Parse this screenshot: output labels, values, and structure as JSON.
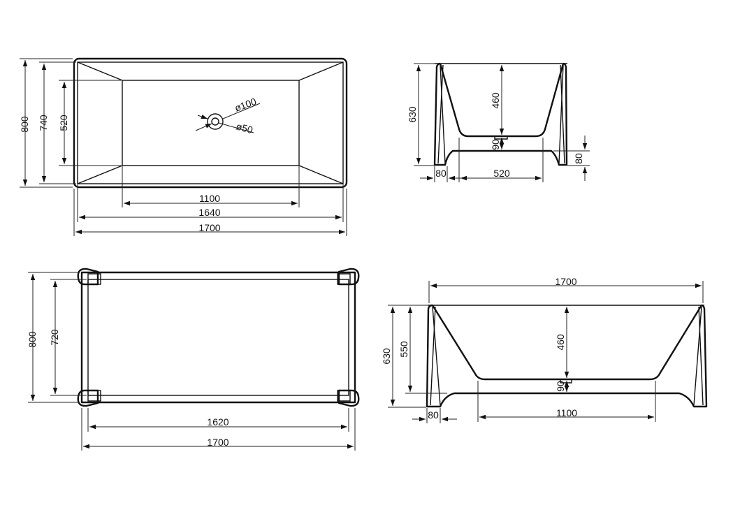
{
  "drawing": {
    "views": {
      "top_view": {
        "dims": {
          "overall_width": "800",
          "rim_inner_width": "740",
          "bottom_width": "520",
          "bottom_length": "1100",
          "rim_inner_length": "1640",
          "overall_length": "1700",
          "drain_outer_diameter": "ø100",
          "drain_inner_diameter": "ø50"
        }
      },
      "end_view": {
        "dims": {
          "height": "630",
          "inner_depth": "460",
          "bottom_thickness": "90",
          "wall_thickness": "80",
          "bottom_width": "520",
          "foot_height": "80"
        }
      },
      "base_view": {
        "dims": {
          "overall_width": "800",
          "inner_width": "720",
          "inner_length": "1620",
          "overall_length": "1700"
        }
      },
      "side_view": {
        "dims": {
          "overall_length": "1700",
          "height": "630",
          "body_height": "550",
          "inner_depth": "460",
          "bottom_thickness": "90",
          "wall_thickness": "80",
          "bottom_length": "1100"
        }
      }
    }
  }
}
